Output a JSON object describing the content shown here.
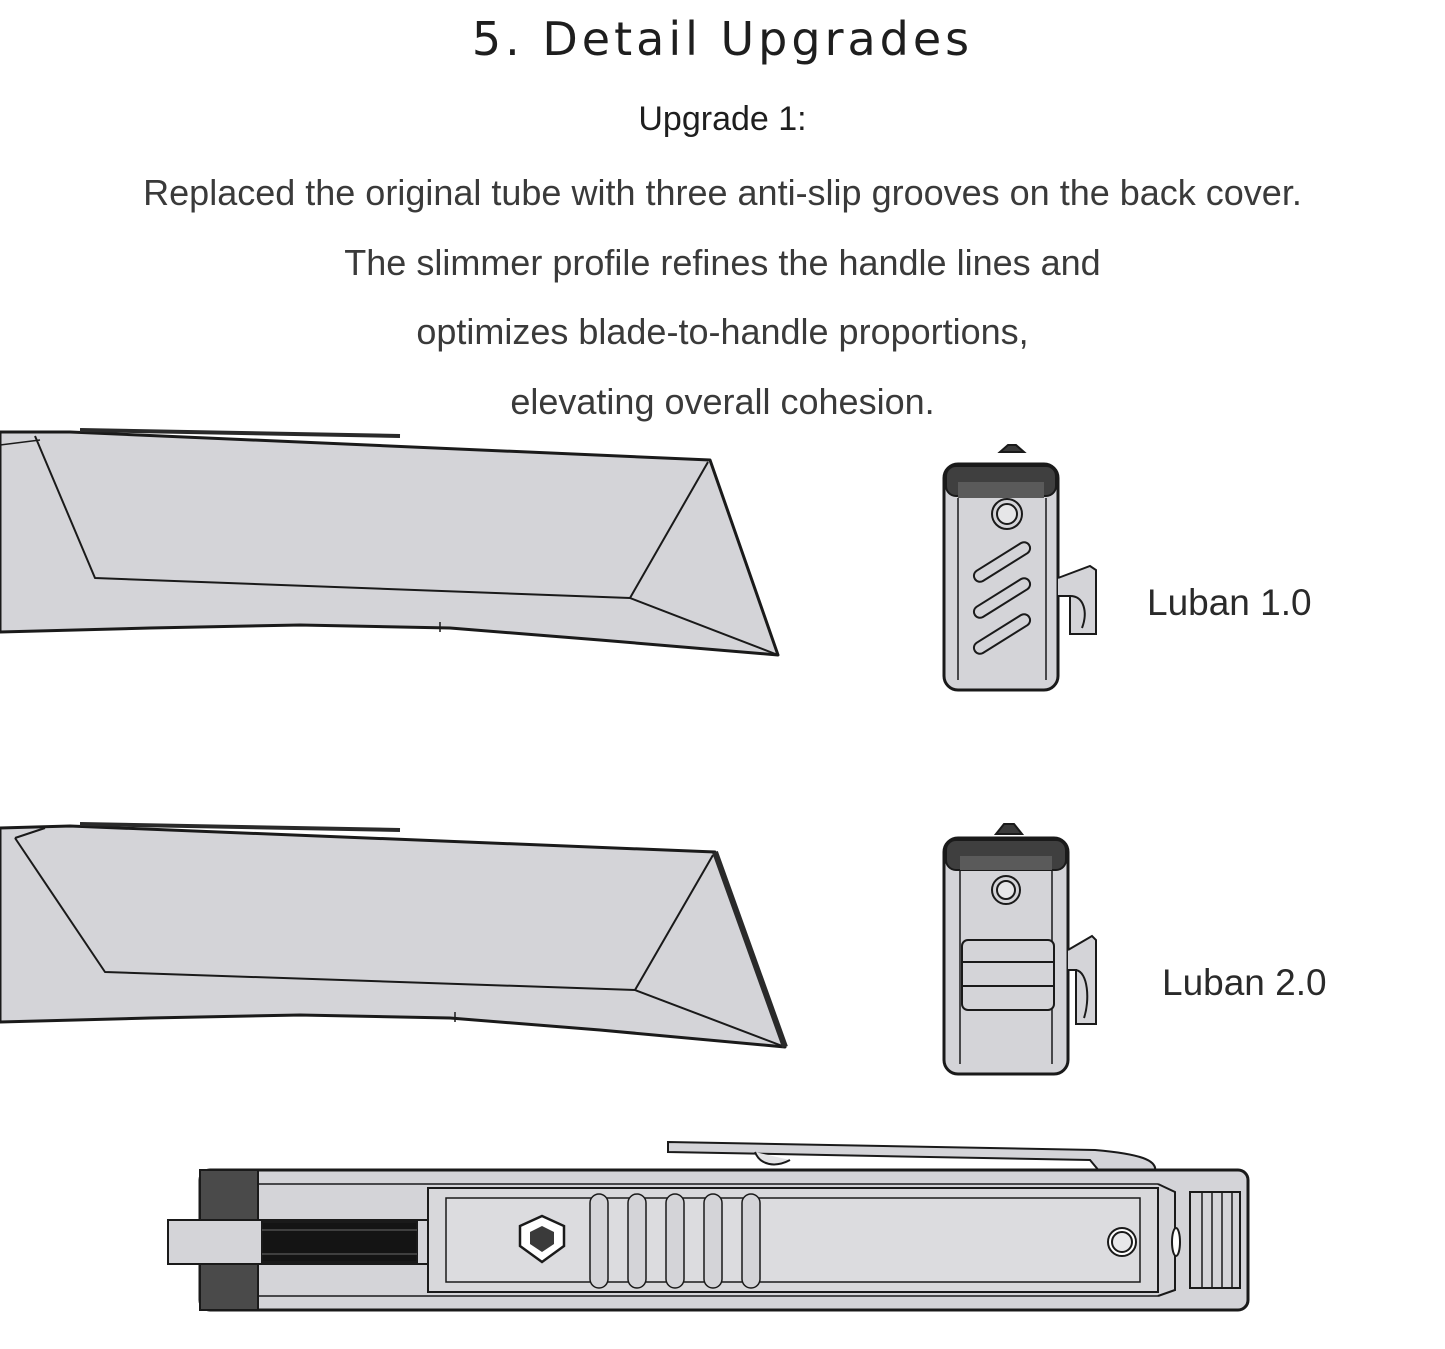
{
  "heading": {
    "title": "5. Detail Upgrades",
    "subtitle": "Upgrade 1:"
  },
  "description": {
    "lines": [
      "Replaced the original tube with three anti-slip grooves on the back cover.",
      "The slimmer profile refines the handle lines and",
      "optimizes blade-to-handle proportions,",
      "elevating overall cohesion."
    ]
  },
  "versions": [
    {
      "label": "Luban 1.0"
    },
    {
      "label": "Luban 2.0"
    }
  ],
  "colors": {
    "body_fill": "#d4d4d8",
    "panel_fill": "#cfcfd3",
    "outline": "#1a1a1a",
    "dark_part": "#3a3a3a"
  }
}
